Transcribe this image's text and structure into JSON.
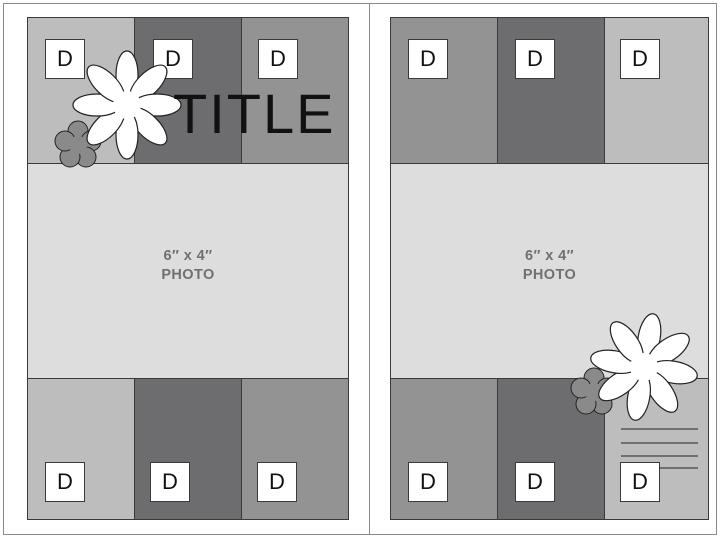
{
  "layout_sketch": {
    "left_page": {
      "title": "TITLE",
      "photo_label_line1": "6″ x 4″",
      "photo_label_line2": "PHOTO",
      "top_row_box_labels": [
        "D",
        "D",
        "D"
      ],
      "bottom_row_box_labels": [
        "D",
        "D",
        "D"
      ],
      "decorations": [
        "large-white-flower",
        "small-gray-flower"
      ]
    },
    "right_page": {
      "photo_label_line1": "6″ x 4″",
      "photo_label_line2": "PHOTO",
      "top_row_box_labels": [
        "D",
        "D",
        "D"
      ],
      "bottom_row_box_labels": [
        "D",
        "D",
        "D"
      ],
      "decorations": [
        "large-white-flower",
        "small-gray-flower",
        "journaling-lines"
      ]
    }
  },
  "colors": {
    "light_gray": "#bdbdbd",
    "mid_gray": "#939393",
    "dark_gray": "#6d6d70",
    "photo_gray": "#dddddd",
    "outline": "#3a3a3a",
    "white": "#ffffff"
  }
}
